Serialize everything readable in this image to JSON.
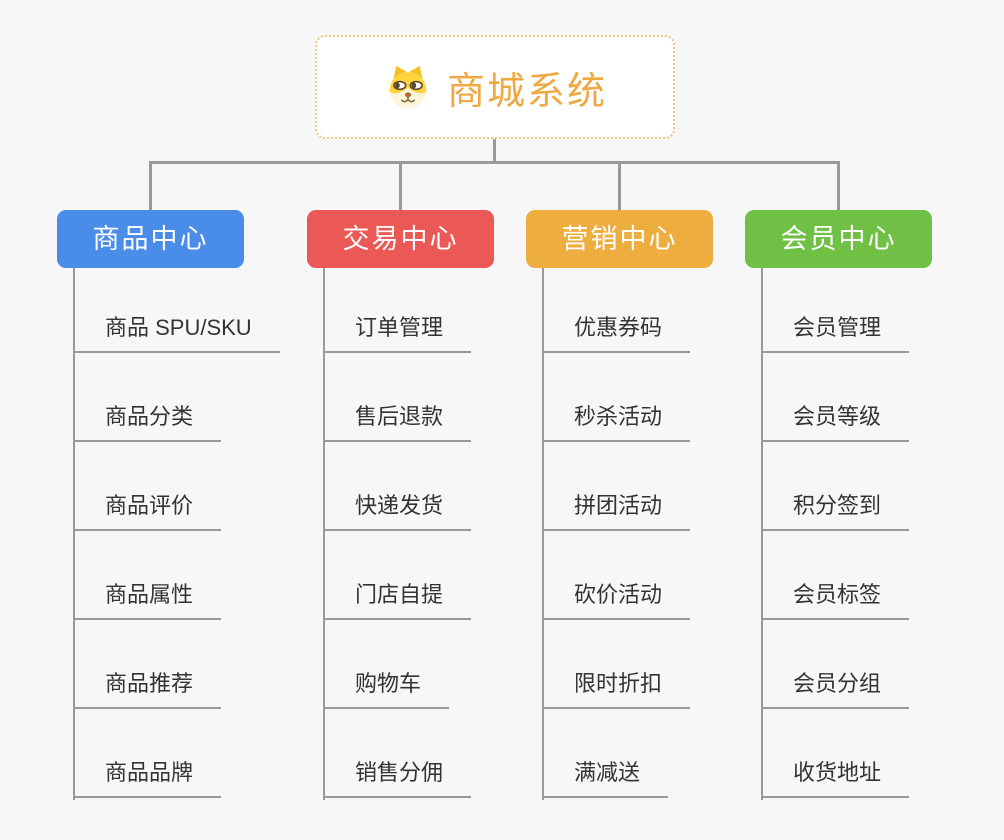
{
  "root": {
    "title": "商城系统",
    "icon": "dog-icon",
    "title_color": "#f0a843",
    "border_color": "#f2c577"
  },
  "colors": {
    "connector": "#999999",
    "item_text": "#333333",
    "background": "#f7f7f7"
  },
  "branches": [
    {
      "label": "商品中心",
      "color": "#4a8de9",
      "items": [
        "商品 SPU/SKU",
        "商品分类",
        "商品评价",
        "商品属性",
        "商品推荐",
        "商品品牌"
      ]
    },
    {
      "label": "交易中心",
      "color": "#ea5955",
      "items": [
        "订单管理",
        "售后退款",
        "快递发货",
        "门店自提",
        "购物车",
        "销售分佣"
      ]
    },
    {
      "label": "营销中心",
      "color": "#eeae3f",
      "items": [
        "优惠券码",
        "秒杀活动",
        "拼团活动",
        "砍价活动",
        "限时折扣",
        "满减送"
      ]
    },
    {
      "label": "会员中心",
      "color": "#6fc044",
      "items": [
        "会员管理",
        "会员等级",
        "积分签到",
        "会员标签",
        "会员分组",
        "收货地址"
      ]
    }
  ]
}
